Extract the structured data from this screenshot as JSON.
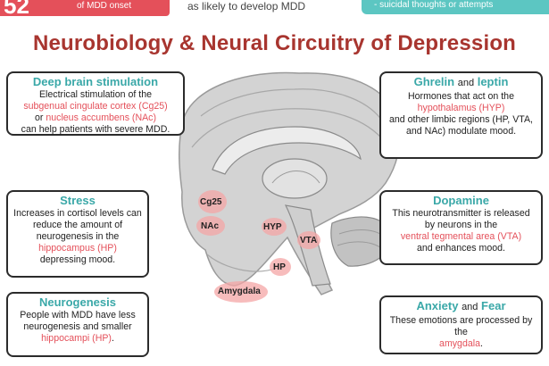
{
  "top": {
    "left_number": "52",
    "left_text": "of MDD onset",
    "middle_text": "as likely to develop MDD",
    "right_text": "- suicidal thoughts or attempts"
  },
  "title": "Neurobiology & Neural Circuitry of Depression",
  "boxes": {
    "dbs": {
      "heading": "Deep brain stimulation",
      "line1": "Electrical stimulation of the",
      "red1": "subgenual cingulate cortex (Cg25)",
      "or": "or",
      "red2": "nucleus accumbens (NAc)",
      "line3": "can help patients with severe MDD."
    },
    "stress": {
      "heading": "Stress",
      "text": "Increases in cortisol levels can reduce the amount of neurogenesis in the",
      "red": "hippocampus (HP)",
      "tail": "depressing mood."
    },
    "neuro": {
      "heading": "Neurogenesis",
      "text": "People with MDD have less neurogenesis and smaller",
      "red": "hippocampi (HP)",
      "tail": "."
    },
    "ghrelin": {
      "heading1": "Ghrelin",
      "and": "and",
      "heading2": "leptin",
      "text1": "Hormones that act on the",
      "red": "hypothalamus (HYP)",
      "text2": "and other limbic regions (HP, VTA, and NAc) modulate mood."
    },
    "dopamine": {
      "heading": "Dopamine",
      "text": "This neurotransmitter is released by neurons in the",
      "red": "ventral tegmental area (VTA)",
      "tail": "and enhances mood."
    },
    "anxiety": {
      "heading1": "Anxiety",
      "and": "and",
      "heading2": "Fear",
      "text": "These emotions are processed by the",
      "red": "amygdala",
      "tail": "."
    }
  },
  "regions": {
    "cg25": "Cg25",
    "nac": "NAc",
    "hyp": "HYP",
    "vta": "VTA",
    "hp": "HP",
    "amygdala": "Amygdala"
  },
  "colors": {
    "title": "#a8352f",
    "heading": "#3aa8a8",
    "highlight": "#e4505a",
    "brain": "#c9c9c9",
    "region_glow": "#f4a6a6"
  }
}
